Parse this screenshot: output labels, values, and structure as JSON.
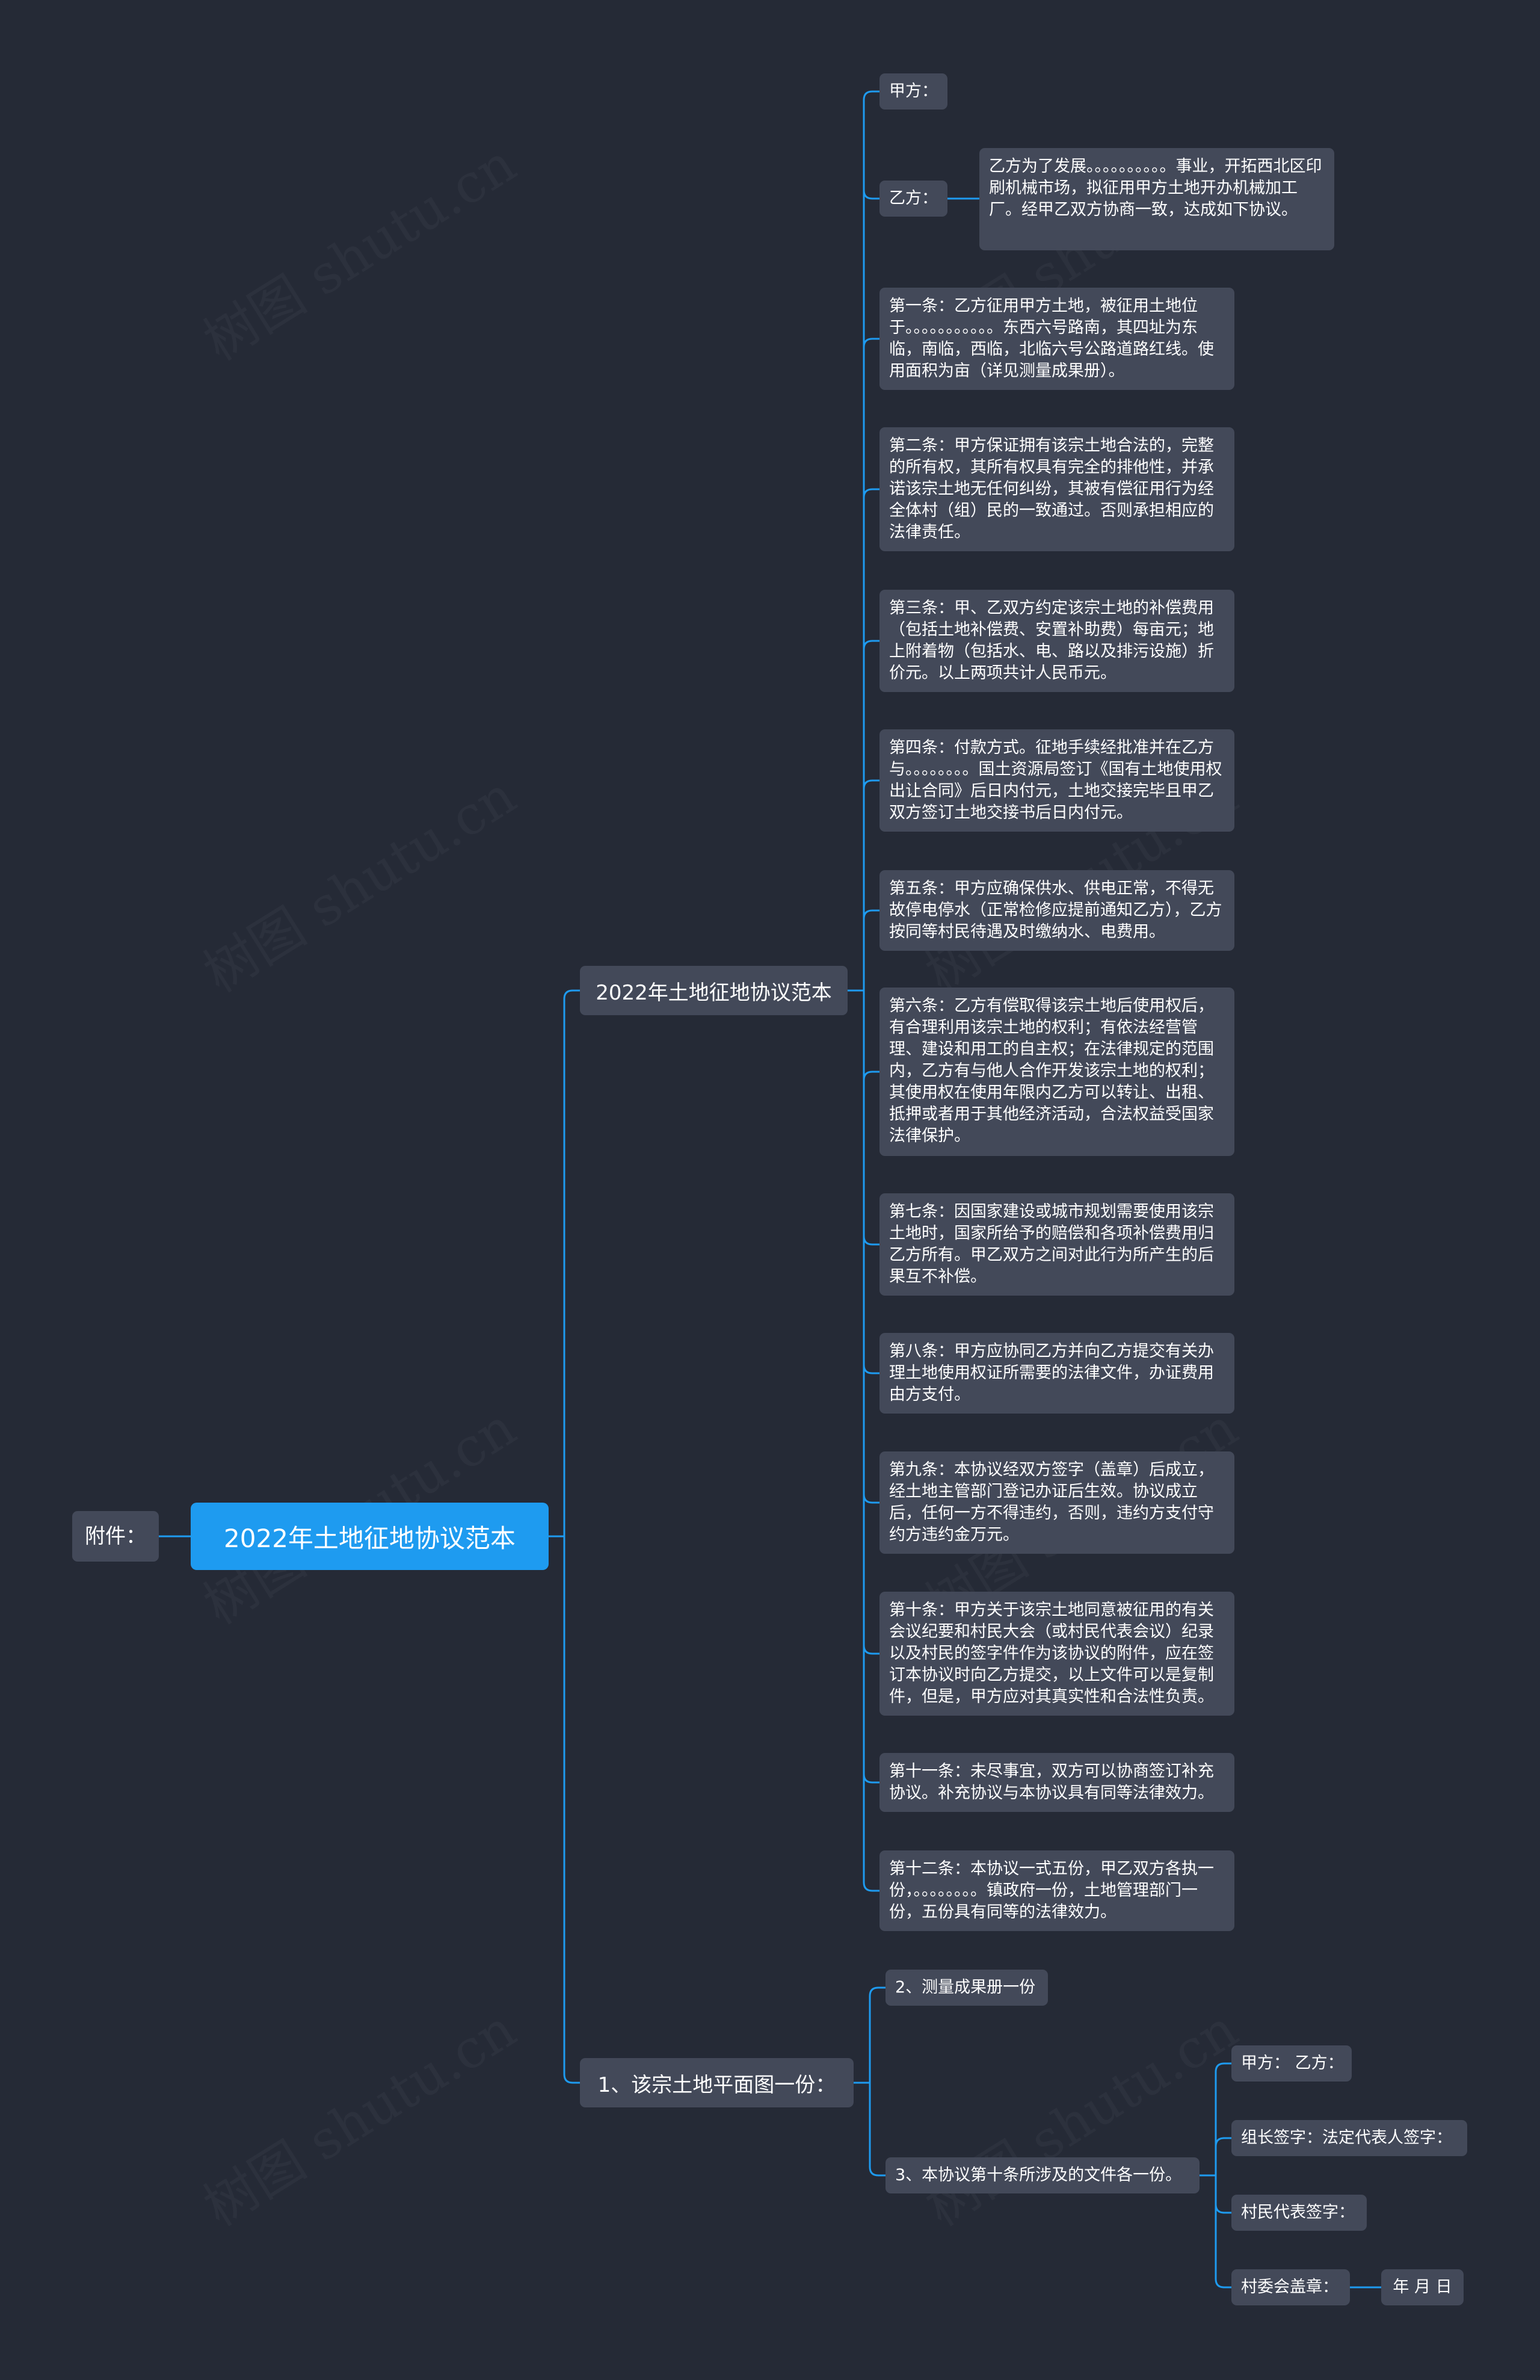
{
  "colors": {
    "background": "#252a36",
    "center_node": "#1e9bf0",
    "node": "#434959",
    "connector": "#1e9bf0",
    "text": "#ffffff"
  },
  "watermark": "树图 shutu.cn",
  "root": {
    "title": "2022年土地征地协议范本",
    "left_label": "附件："
  },
  "branches": {
    "agreement": {
      "title": "2022年土地征地协议范本",
      "party_a": "甲方：",
      "party_b": "乙方：",
      "preamble": "乙方为了发展。。。。。。。。。。事业，开拓西北区印刷机械市场，拟征用甲方土地开办机械加工厂。经甲乙双方协商一致，达成如下协议。",
      "articles": [
        "第一条：乙方征用甲方土地，被征用土地位于。。。。。。。。。。。东西六号路南，其四址为东临，南临，西临，北临六号公路道路红线。使用面积为亩（详见测量成果册）。",
        "第二条：甲方保证拥有该宗土地合法的，完整的所有权，其所有权具有完全的排他性，并承诺该宗土地无任何纠纷，其被有偿征用行为经全体村（组）民的一致通过。否则承担相应的法律责任。",
        "第三条：甲、乙双方约定该宗土地的补偿费用（包括土地补偿费、安置补助费）每亩元；地上附着物（包括水、电、路以及排污设施）折价元。以上两项共计人民币元。",
        "第四条：付款方式。征地手续经批准并在乙方与。。。。。。。。国土资源局签订《国有土地使用权出让合同》后日内付元，土地交接完毕且甲乙双方签订土地交接书后日内付元。",
        "第五条：甲方应确保供水、供电正常，不得无故停电停水（正常检修应提前通知乙方），乙方按同等村民待遇及时缴纳水、电费用。",
        "第六条：乙方有偿取得该宗土地后使用权后，有合理利用该宗土地的权利；有依法经营管理、建设和用工的自主权；在法律规定的范围内，乙方有与他人合作开发该宗土地的权利；其使用权在使用年限内乙方可以转让、出租、抵押或者用于其他经济活动，合法权益受国家法律保护。",
        "第七条：因国家建设或城市规划需要使用该宗土地时，国家所给予的赔偿和各项补偿费用归乙方所有。甲乙双方之间对此行为所产生的后果互不补偿。",
        "第八条：甲方应协同乙方并向乙方提交有关办理土地使用权证所需要的法律文件，办证费用由方支付。",
        "第九条：本协议经双方签字（盖章）后成立，经土地主管部门登记办证后生效。协议成立后，任何一方不得违约，否则，违约方支付守约方违约金万元。",
        "第十条：甲方关于该宗土地同意被征用的有关会议纪要和村民大会（或村民代表会议）纪录以及村民的签字件作为该协议的附件，应在签订本协议时向乙方提交，以上文件可以是复制件，但是，甲方应对其真实性和合法性负责。",
        "第十一条：未尽事宜，双方可以协商签订补充协议。补充协议与本协议具有同等法律效力。",
        "第十二条：本协议一式五份，甲乙双方各执一份，。。。。。。。。镇政府一份，土地管理部门一份，五份具有同等的法律效力。"
      ]
    },
    "attachments": {
      "title": "1、该宗土地平面图一份：",
      "item2": "2、测量成果册一份",
      "item3": "3、本协议第十条所涉及的文件各一份。",
      "signatures": {
        "parties": "甲方：  乙方：",
        "leader": "组长签字：法定代表人签字：",
        "villager_rep": "村民代表签字：",
        "committee_seal": "村委会盖章：",
        "date": "年 月 日"
      }
    }
  }
}
